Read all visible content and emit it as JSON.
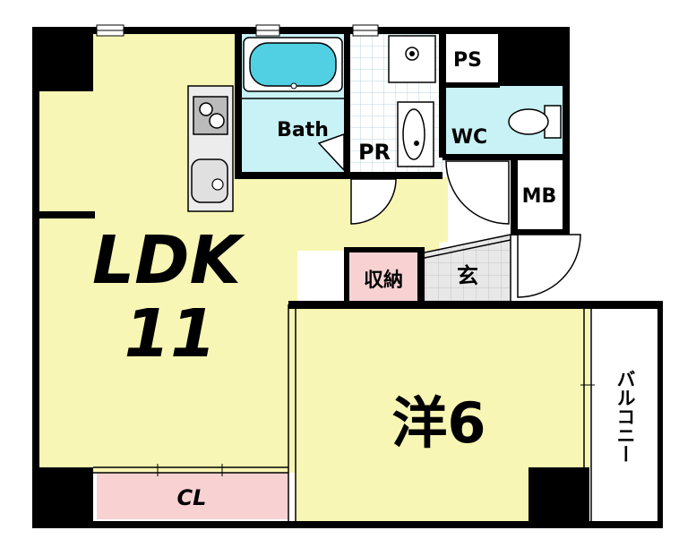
{
  "rooms": {
    "ldk": {
      "label": "LDK",
      "size": "11"
    },
    "western": {
      "label": "洋6"
    },
    "bath": {
      "label": "Bath"
    },
    "pr": {
      "label": "PR"
    },
    "wc": {
      "label": "WC"
    },
    "ps": {
      "label": "PS"
    },
    "mb": {
      "label": "MB"
    },
    "storage": {
      "label": "収納"
    },
    "entrance": {
      "label": "玄"
    },
    "closet": {
      "label": "CL"
    },
    "balcony": {
      "label": "バルコニー"
    }
  },
  "colors": {
    "living": "#f8f6b4",
    "wet": "#c8f2f6",
    "storage": "#f8d2d2",
    "entrance": "#e6e6e6",
    "wall": "#000000",
    "tub": "#50d0e2"
  },
  "icons": [
    "stove-icon",
    "sink-icon",
    "bathtub-icon",
    "washbasin-icon",
    "toilet-icon",
    "washer-drain-icon"
  ]
}
